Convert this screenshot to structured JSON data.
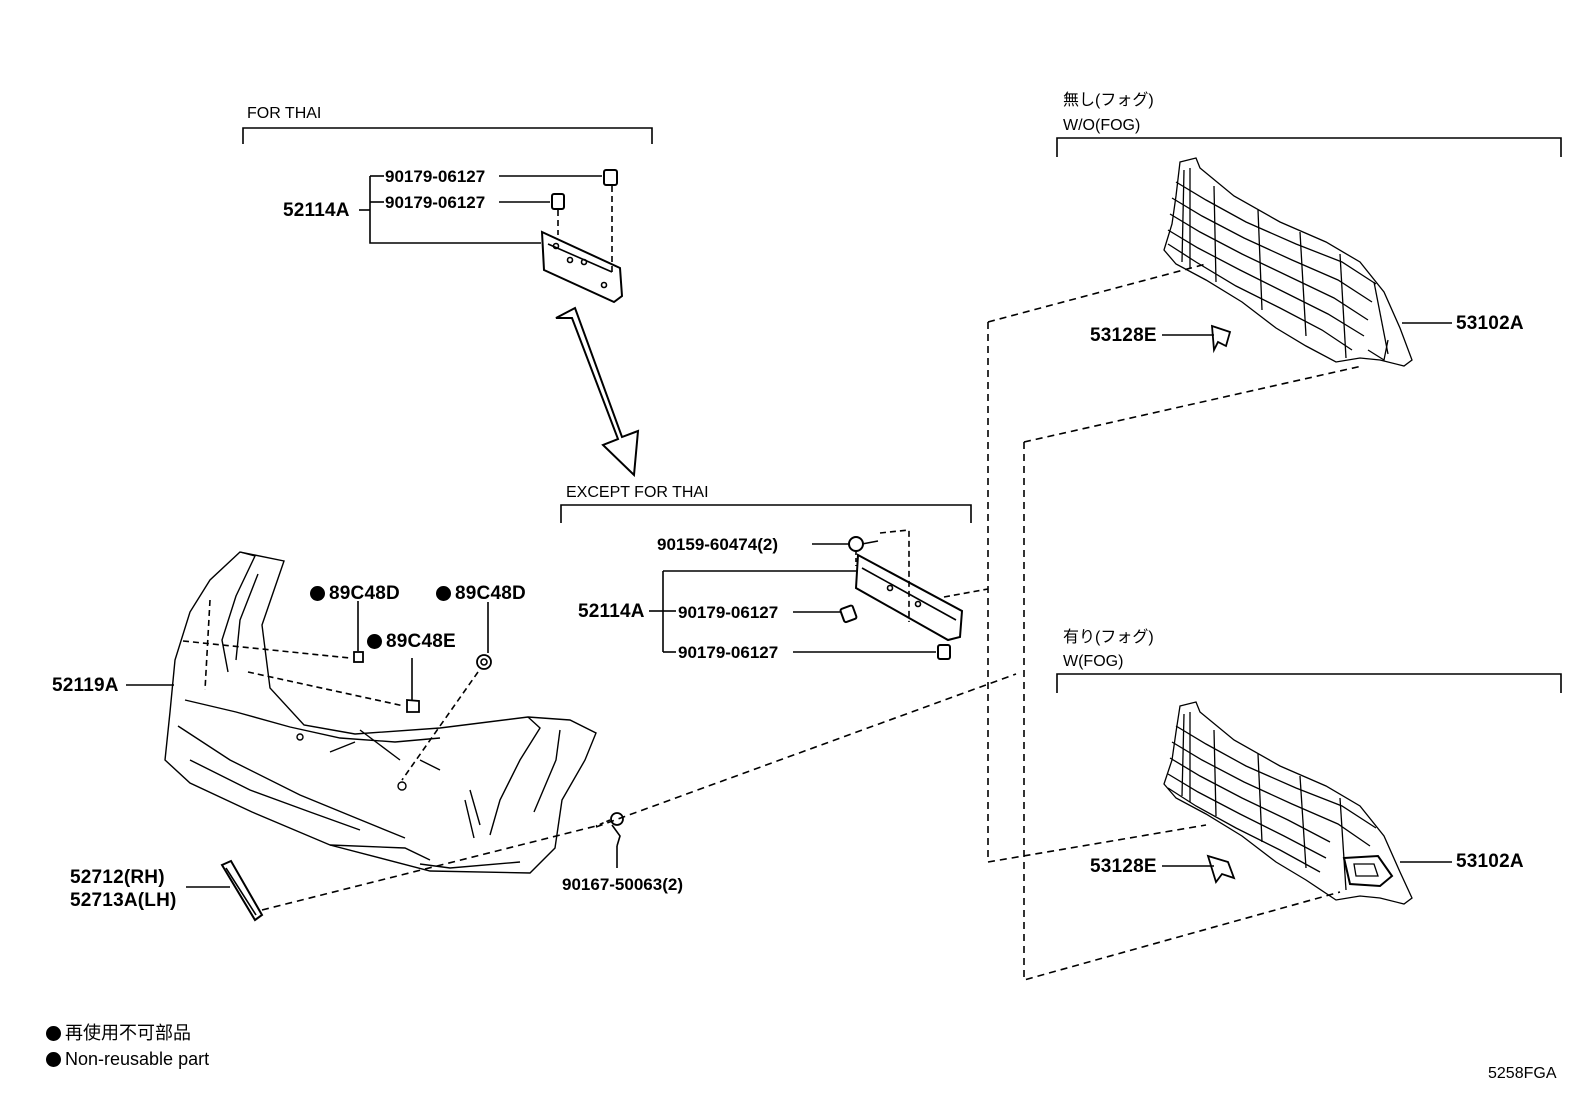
{
  "sections": {
    "for_thai": "FOR THAI",
    "except_for_thai": "EXCEPT FOR THAI",
    "wo_fog_jp": "無し(フォグ)",
    "wo_fog": "W/O(FOG)",
    "w_fog_jp": "有り(フォグ)",
    "w_fog": "W(FOG)"
  },
  "parts": {
    "p52114A_top": "52114A",
    "p90179_a": "90179-06127",
    "p90179_b": "90179-06127",
    "p90159": "90159-60474(2)",
    "p52114A_mid": "52114A",
    "p90179_c": "90179-06127",
    "p90179_d": "90179-06127",
    "p89C48D_a": "89C48D",
    "p89C48D_b": "89C48D",
    "p89C48E": "89C48E",
    "p52119A": "52119A",
    "p52712": "52712(RH)",
    "p52713A": "52713A(LH)",
    "p90167": "90167-50063(2)",
    "p53128E_top": "53128E",
    "p53102A_top": "53102A",
    "p53128E_bot": "53128E",
    "p53102A_bot": "53102A"
  },
  "legend": {
    "jp": "再使用不可部品",
    "en": "Non-reusable part"
  },
  "figure_code": "5258FGA"
}
